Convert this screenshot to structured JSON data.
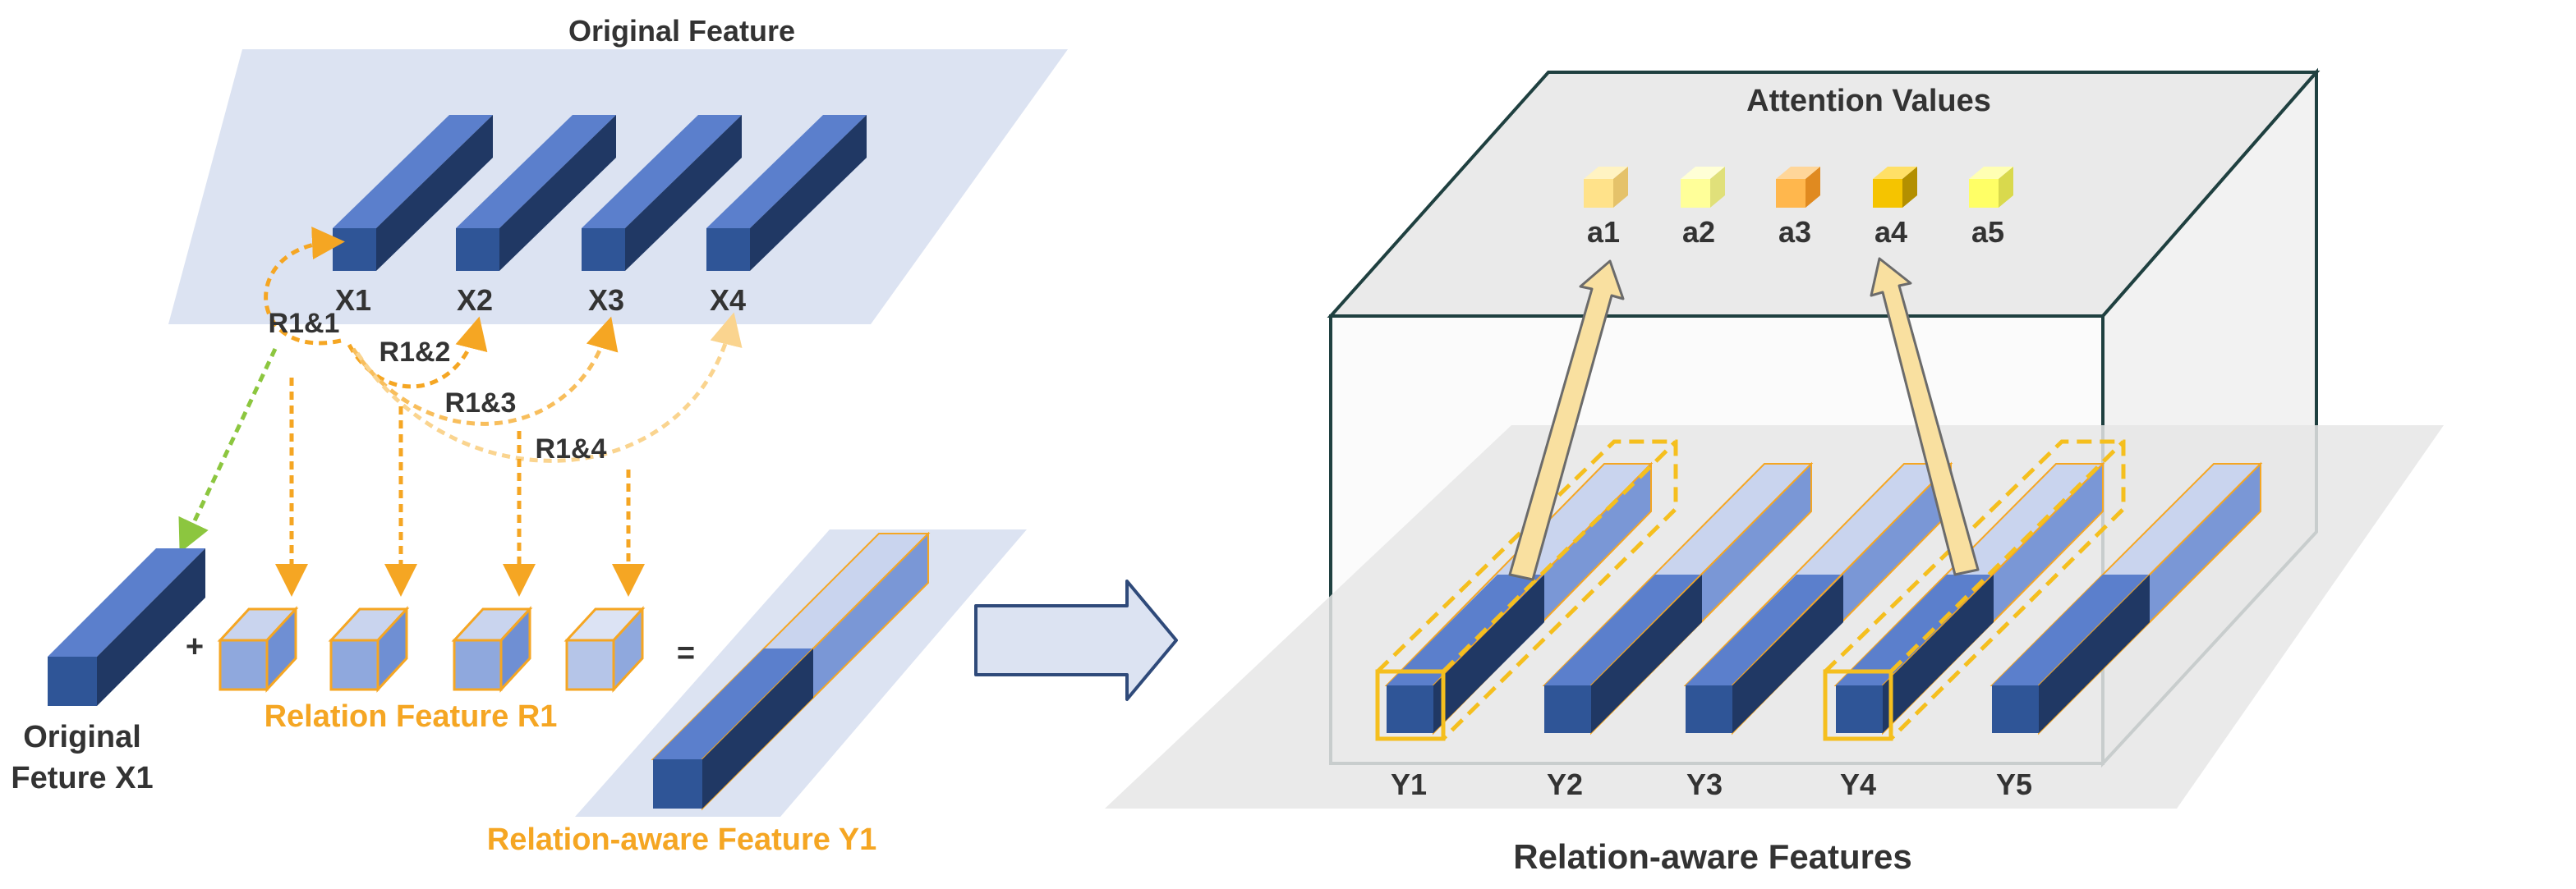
{
  "left_panel": {
    "title": "Original Feature",
    "x_labels": [
      "X1",
      "X2",
      "X3",
      "X4"
    ],
    "relation_labels": [
      "R1&1",
      "R1&2",
      "R1&3",
      "R1&4"
    ],
    "original_label_line1": "Original",
    "original_label_line2": "Feture X1",
    "plus_sign": "+",
    "equals_sign": "=",
    "relation_feature_label": "Relation Feature R1",
    "aware_feature_label": "Relation-aware Feature Y1"
  },
  "right_panel": {
    "box_title": "Attention Values",
    "attention_labels": [
      "a1",
      "a2",
      "a3",
      "a4",
      "a5"
    ],
    "attention_colors": [
      "#FFE28A",
      "#FFFF99",
      "#FFB74D",
      "#F5C400",
      "#FFFF66"
    ],
    "y_labels": [
      "Y1",
      "Y2",
      "Y3",
      "Y4",
      "Y5"
    ],
    "caption": "Relation-aware Features"
  },
  "colors": {
    "bar_front": "#2F5597",
    "bar_top": "#5B7FCC",
    "bar_side": "#203864",
    "relation_orange": "#F5A623",
    "plane_blue": "#DCE3F2",
    "plane_gray": "#EBEBEB"
  }
}
